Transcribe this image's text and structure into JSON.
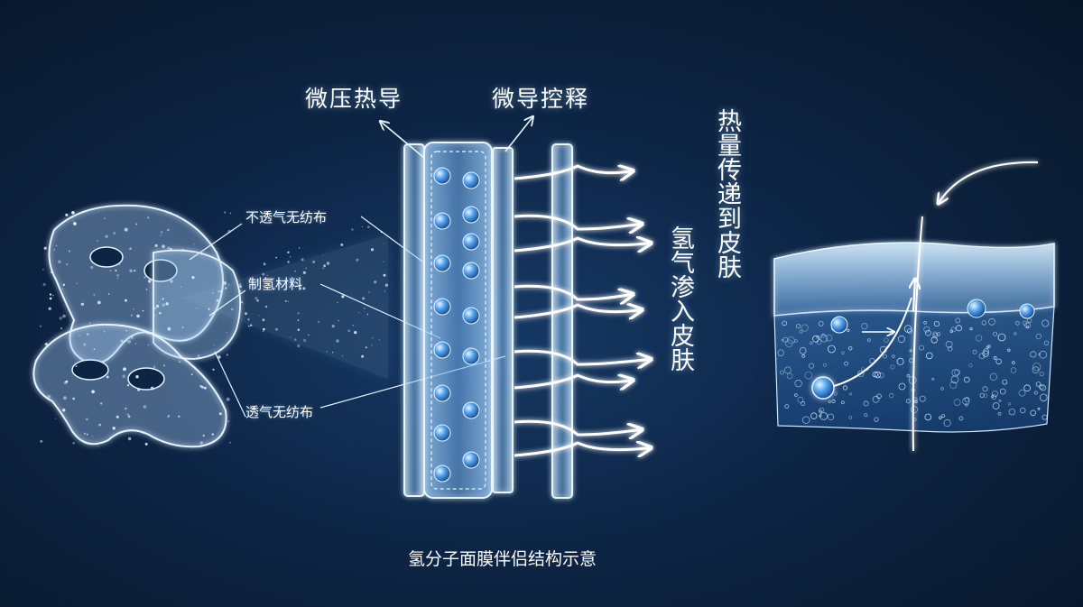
{
  "labels": {
    "micro_pressure_heat": "微压热导",
    "micro_controlled_release": "微导控释",
    "heat_to_skin": "热量传递到皮肤",
    "hydrogen_into_skin": "氢气渗入皮肤",
    "non_breathable_fabric": "不透气无纺布",
    "hydrogen_material": "制氢材料",
    "breathable_fabric": "透气无纺布"
  },
  "caption": "氢分子面膜伴侣结构示意",
  "colors": {
    "background": "#0d2545",
    "glow": "#bfe4ff",
    "bubble": "#3d8fe0",
    "text": "#ffffff"
  }
}
